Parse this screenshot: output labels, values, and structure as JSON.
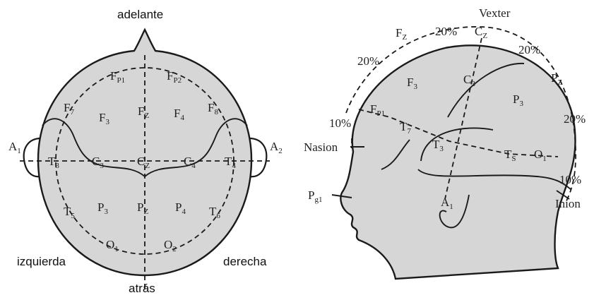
{
  "top_view": {
    "direction_labels": {
      "front": "adelante",
      "back": "atrás",
      "left": "izquierda",
      "right": "derecha"
    },
    "electrodes": [
      {
        "id": "Fp1",
        "main": "F",
        "sub": "P1"
      },
      {
        "id": "Fp2",
        "main": "F",
        "sub": "P2"
      },
      {
        "id": "F7",
        "main": "F",
        "sub": "7"
      },
      {
        "id": "F3",
        "main": "F",
        "sub": "3"
      },
      {
        "id": "Fz",
        "main": "F",
        "sub": "Z"
      },
      {
        "id": "F4",
        "main": "F",
        "sub": "4"
      },
      {
        "id": "F8",
        "main": "F",
        "sub": "8"
      },
      {
        "id": "A1",
        "main": "A",
        "sub": "1"
      },
      {
        "id": "T3",
        "main": "T",
        "sub": "3"
      },
      {
        "id": "C3",
        "main": "C",
        "sub": "3"
      },
      {
        "id": "Cz",
        "main": "C",
        "sub": "Z"
      },
      {
        "id": "C4",
        "main": "C",
        "sub": "4"
      },
      {
        "id": "T4",
        "main": "T",
        "sub": "4"
      },
      {
        "id": "A2",
        "main": "A",
        "sub": "2"
      },
      {
        "id": "T5",
        "main": "T",
        "sub": "5"
      },
      {
        "id": "P3",
        "main": "P",
        "sub": "3"
      },
      {
        "id": "Pz",
        "main": "P",
        "sub": "Z"
      },
      {
        "id": "P4",
        "main": "P",
        "sub": "4"
      },
      {
        "id": "T6",
        "main": "T",
        "sub": "6"
      },
      {
        "id": "O1",
        "main": "O",
        "sub": "1"
      },
      {
        "id": "O2",
        "main": "O",
        "sub": "2"
      }
    ]
  },
  "side_view": {
    "landmarks": {
      "vertex": "Vexter",
      "nasion": "Nasion",
      "inion": "Inion"
    },
    "percentages": [
      {
        "id": "nasion-fp1",
        "text": "10%"
      },
      {
        "id": "fp1-f3",
        "text": "20%"
      },
      {
        "id": "fz-cz",
        "text": "20%"
      },
      {
        "id": "cz-pz",
        "text": "20%"
      },
      {
        "id": "pz-o1",
        "text": "20%"
      },
      {
        "id": "o1-inion",
        "text": "10%"
      }
    ],
    "electrodes": [
      {
        "id": "Fz",
        "main": "F",
        "sub": "Z"
      },
      {
        "id": "Cz",
        "main": "C",
        "sub": "Z"
      },
      {
        "id": "F3",
        "main": "F",
        "sub": "3"
      },
      {
        "id": "C3",
        "main": "C",
        "sub": "3"
      },
      {
        "id": "Pz",
        "main": "P",
        "sub": "Z"
      },
      {
        "id": "P3",
        "main": "P",
        "sub": "3"
      },
      {
        "id": "Fp1",
        "main": "F",
        "sub": "P1"
      },
      {
        "id": "T7",
        "main": "T",
        "sub": "7"
      },
      {
        "id": "T3",
        "main": "T",
        "sub": "3"
      },
      {
        "id": "T5",
        "main": "T",
        "sub": "S"
      },
      {
        "id": "O1",
        "main": "O",
        "sub": "1"
      },
      {
        "id": "Pg1",
        "main": "P",
        "sub": "g1"
      },
      {
        "id": "A1",
        "main": "A",
        "sub": "1"
      }
    ]
  }
}
